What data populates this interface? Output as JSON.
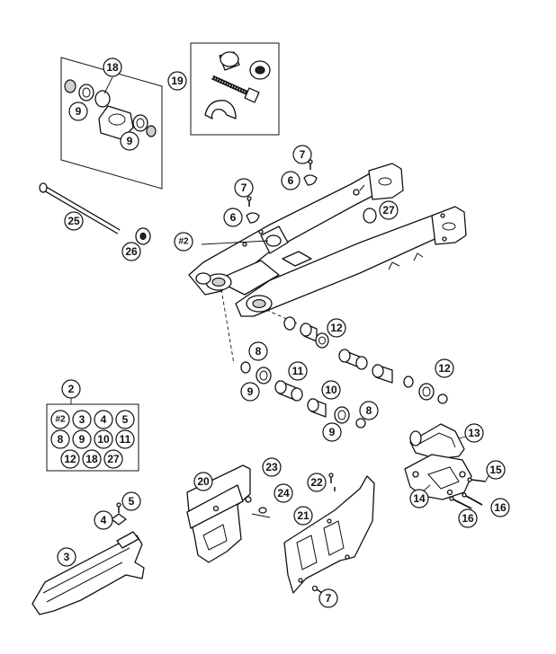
{
  "callouts": {
    "c18": "18",
    "c19": "19",
    "c9a": "9",
    "c9b": "9",
    "c25": "25",
    "c26": "26",
    "c7a": "7",
    "c6a": "6",
    "c7b": "7",
    "c6b": "6",
    "c27": "27",
    "c2hash": "#2",
    "c12a": "12",
    "c8a": "8",
    "c11": "11",
    "c9c": "9",
    "c10": "10",
    "c12b": "12",
    "c9d": "9",
    "c8b": "8",
    "c2": "2",
    "c13": "13",
    "c14": "14",
    "c15": "15",
    "c16a": "16",
    "c16b": "16",
    "c20": "20",
    "c23": "23",
    "c24": "24",
    "c22": "22",
    "c21": "21",
    "c5": "5",
    "c4": "4",
    "c3": "3",
    "c7c": "7"
  },
  "kit_box": {
    "items": [
      "#2",
      "3",
      "4",
      "5",
      "8",
      "9",
      "10",
      "11",
      "12",
      "18",
      "27"
    ]
  }
}
